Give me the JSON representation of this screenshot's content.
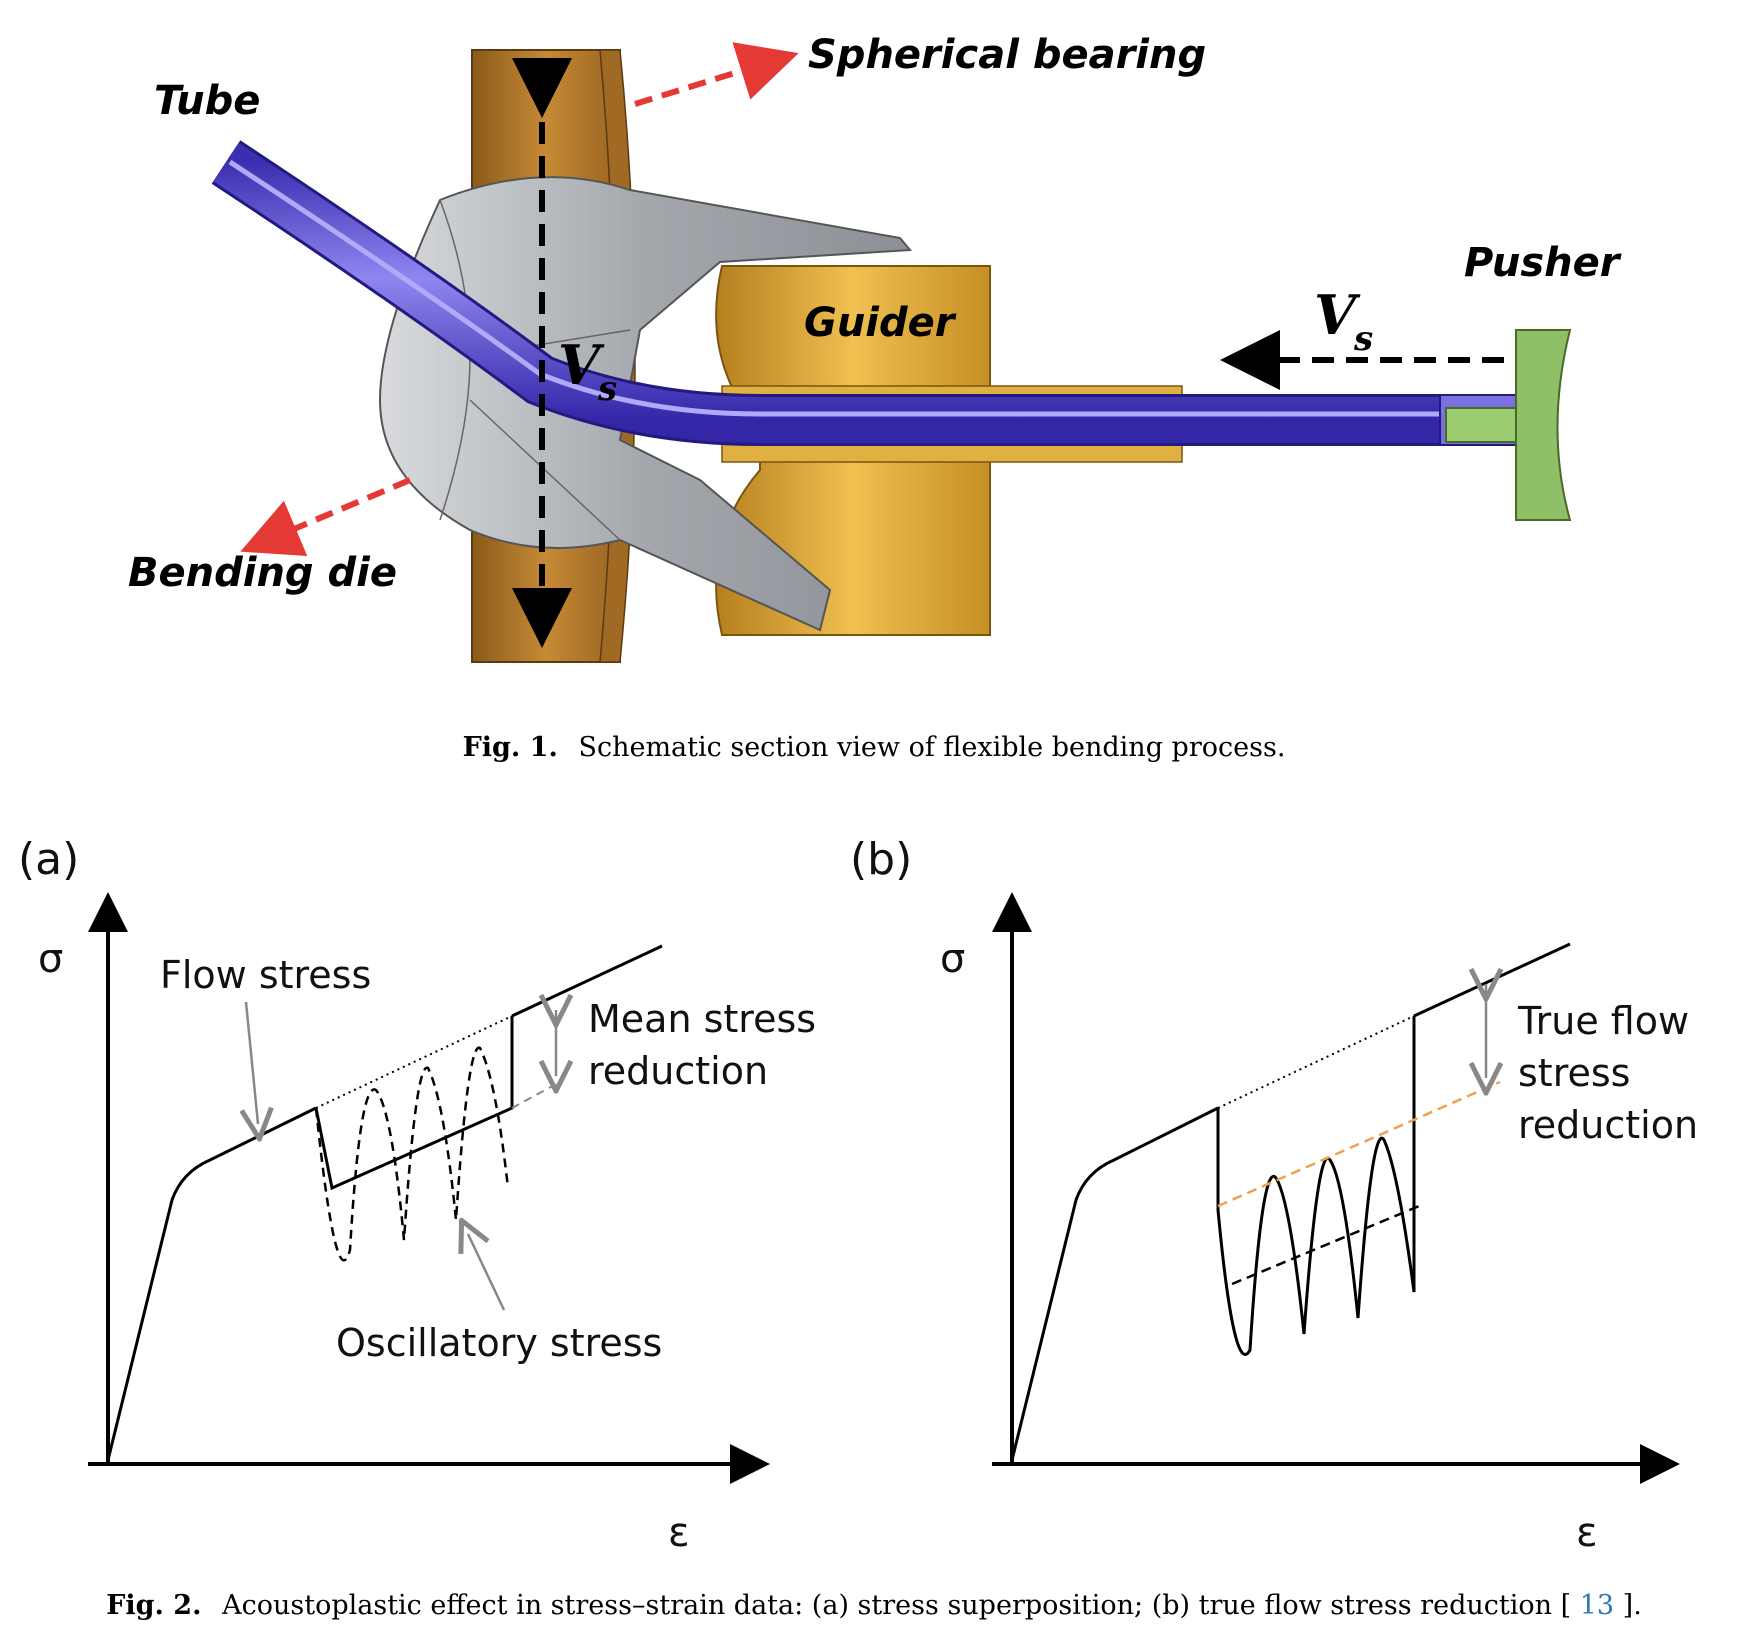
{
  "figure1": {
    "labels": {
      "tube": "Tube",
      "spherical_bearing": "Spherical bearing",
      "guider": "Guider",
      "pusher": "Pusher",
      "bending_die": "Bending die",
      "velocity_symbol": "V",
      "velocity_subscript": "s"
    },
    "caption": {
      "number": "Fig. 1.",
      "text": "Schematic section view of flexible bending process."
    },
    "colors": {
      "tube": "#4b3fc8",
      "bearing": "#b07a2a",
      "guider": "#d9a23a",
      "die": "#a8acb0",
      "pusher": "#8fbf66",
      "arrow_red": "#e53935"
    }
  },
  "figure2": {
    "panel_a": {
      "tag": "(a)",
      "y_axis": "σ",
      "x_axis": "ε",
      "flow_stress": "Flow stress",
      "mean_stress_line1": "Mean stress",
      "mean_stress_line2": "reduction",
      "oscillatory": "Oscillatory stress"
    },
    "panel_b": {
      "tag": "(b)",
      "y_axis": "σ",
      "x_axis": "ε",
      "true_flow_line1": "True flow",
      "true_flow_line2": "stress",
      "true_flow_line3": "reduction"
    },
    "caption": {
      "number": "Fig. 2.",
      "text_before": "Acoustoplastic effect in stress–strain data: (a) stress superposition; (b) true flow stress reduction [",
      "ref": "13",
      "text_after": "]."
    },
    "colors": {
      "reference_link": "#2a7ab8",
      "mean_line_b": "#f0a050"
    }
  }
}
